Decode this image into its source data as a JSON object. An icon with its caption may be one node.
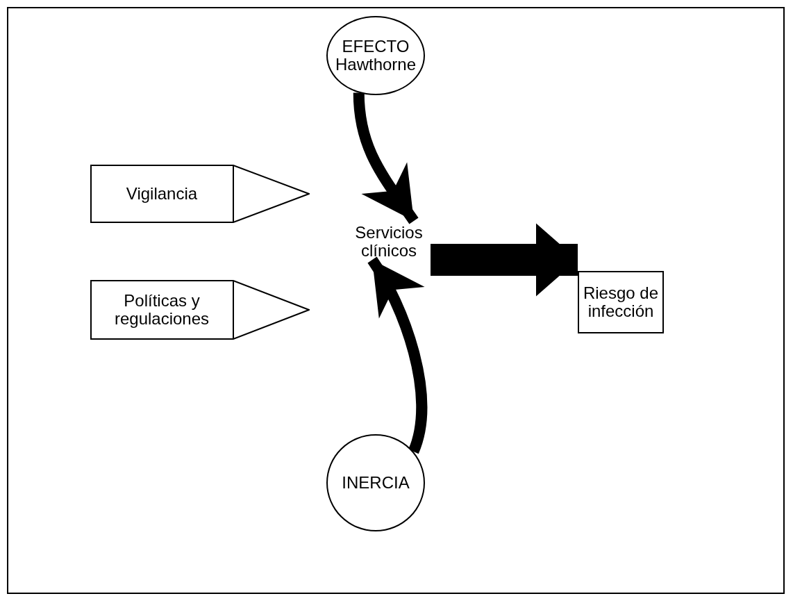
{
  "diagram": {
    "nodes": [
      {
        "text": [
          "EFECTO Hawthorne"
        ]
      },
      {
        "text": [
          "Vigilancia"
        ]
      },
      {
        "text": [
          "Servicios clínicos"
        ]
      },
      {
        "text": [
          "Riesgo de infección"
        ]
      },
      {
        "text": [
          "Políticas y regulaciones"
        ]
      },
      {
        "text": [
          "INERCIA"
        ]
      }
    ],
    "edges": [
      {
        "from": 0,
        "to": 2,
        "arrow": "to"
      },
      {
        "from": 2,
        "to": 3,
        "arrow": "to",
        "style": "thick"
      },
      {
        "from": 5,
        "to": 2,
        "arrow": "to"
      }
    ]
  }
}
